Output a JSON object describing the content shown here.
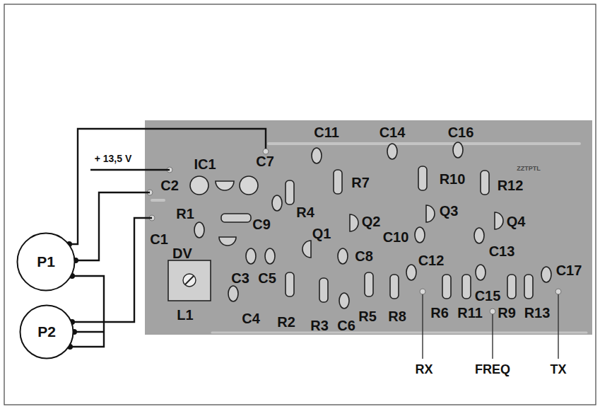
{
  "diagram": {
    "nodes": [
      {
        "text": [
          "P1"
        ]
      },
      {
        "text": [
          "P2"
        ]
      }
    ],
    "edges": [
      {
        "from": 0,
        "to": 1,
        "arrow": "none"
      }
    ],
    "labels": [
      "+ 13,5 V",
      "IC1",
      "C2",
      "C7",
      "R1",
      "R4",
      "C9",
      "C1",
      "DV",
      "C3",
      "C5",
      "L1",
      "C4",
      "R2",
      "R3",
      "C6",
      "C11",
      "C14",
      "C16",
      "R7",
      "R10",
      "R12",
      "Q1",
      "Q2",
      "Q3",
      "Q4",
      "C8",
      "C10",
      "C12",
      "C13",
      "R5",
      "R8",
      "R6",
      "R11",
      "C15",
      "R9",
      "R13",
      "C17",
      "ZZTPTL",
      "RX",
      "FREQ",
      "TX"
    ]
  }
}
